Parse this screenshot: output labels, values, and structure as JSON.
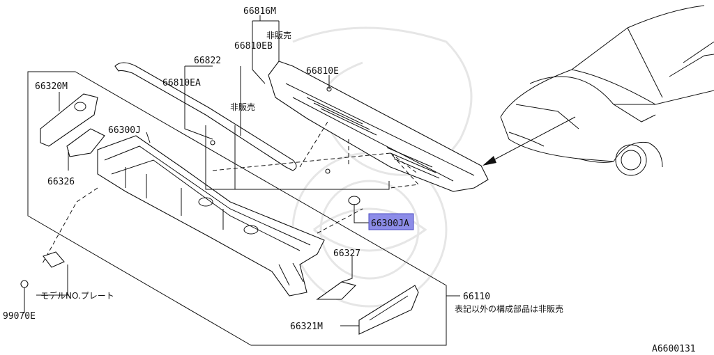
{
  "labels": {
    "p66816M": "66816M",
    "p66810EB": "66810EB",
    "p66810EB_note": "非販売",
    "p66822": "66822",
    "p66810E": "66810E",
    "p66810EA": "66810EA",
    "p66810EA_note": "非販売",
    "p66320M": "66320M",
    "p66300J": "66300J",
    "p66326": "66326",
    "p66300JA": "66300JA",
    "p66327": "66327",
    "p66110": "66110",
    "p66110_note": "表記以外の構成部品は非販売",
    "p66321M": "66321M",
    "model_plate": "モデルNO.プレート",
    "p99070E": "99070E"
  },
  "diagram_id": "A6600131",
  "highlight_color": "#8c8ce8"
}
